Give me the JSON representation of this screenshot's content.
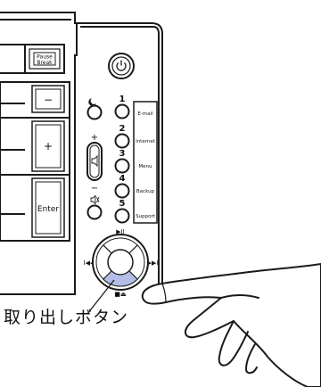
{
  "keys": {
    "pause_top": "Pause",
    "pause_bottom": "Break",
    "minus": "−",
    "plus": "+",
    "enter": "Enter"
  },
  "volume": {
    "up": "+",
    "down": "−"
  },
  "buttons": [
    {
      "number": "1",
      "label": "E-mail"
    },
    {
      "number": "2",
      "label": "Internet"
    },
    {
      "number": "3",
      "label": "Menu"
    },
    {
      "number": "4",
      "label": "Backup"
    },
    {
      "number": "5",
      "label": "Support"
    }
  ],
  "media": {
    "play_pause": "▶II",
    "prev": "I◀◀",
    "next": "▶▶I",
    "eject": "■⏏"
  },
  "callout": {
    "text": "取り出しボタン"
  },
  "colors": {
    "eject_highlight": "#b3bde6",
    "line": "#1a1a1a"
  }
}
